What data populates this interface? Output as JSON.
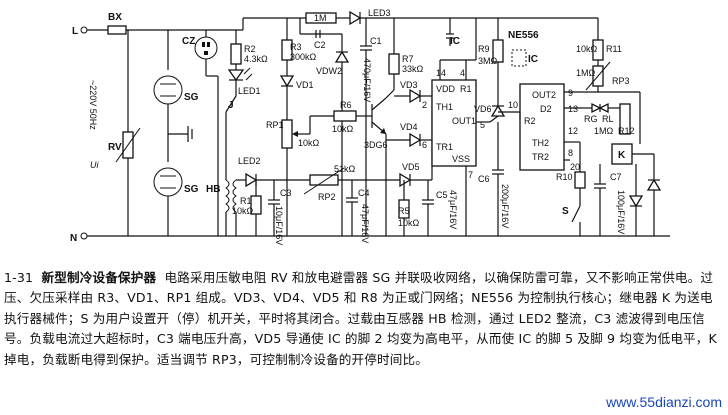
{
  "labels": {
    "L": "L",
    "N": "N",
    "BX": "BX",
    "supply": "~220V 50Hz",
    "Ui": "Ui",
    "RV": "RV",
    "SG1": "SG",
    "SG2": "SG",
    "CZ": "CZ",
    "R2": "R2",
    "R2v": "4.3kΩ",
    "LED1": "LED1",
    "J": "J",
    "R1m": "1M",
    "C2": "C2",
    "LED3": "LED3",
    "R3": "R3",
    "R3v": "300kΩ",
    "VD1": "VD1",
    "VDW2": "VDW2",
    "C1": "C1",
    "C1v": "470μF/16V",
    "R7": "R7",
    "R7v": "33kΩ",
    "R6": "R6",
    "R6v": "10kΩ",
    "RP1": "RP1",
    "RP1v": "10kΩ",
    "VD3": "VD3",
    "VD4": "VD4",
    "DG6": "3DG6",
    "VD5": "VD5",
    "LED2": "LED2",
    "HB": "HB",
    "R1": "R1",
    "R1v": "10kΩ",
    "C3": "C3",
    "C3v": "10μF/16V",
    "RP2": "RP2",
    "RP2v": "51kΩ",
    "C4": "C4",
    "C4v": "47μF/16V",
    "R5": "R5",
    "R5v": "10kΩ",
    "C5": "C5",
    "C5v": "47μF/16V",
    "IC1": "IC",
    "Vdd": "VDD",
    "R1pin": "R1",
    "TH1": "TH1",
    "OUT1": "OUT1",
    "TR1": "TR1",
    "Vss": "VSS",
    "p14": "14",
    "p4": "4",
    "p2": "2",
    "p6": "6",
    "p7": "7",
    "p5": "5",
    "p10": "10",
    "R9": "R9",
    "R9v": "3MΩ",
    "VD6": "VD6",
    "C6": "C6",
    "C6v": "200μF/16V",
    "NE556": "NE556",
    "IC2": "IC",
    "OUT2": "OUT2",
    "D2": "D2",
    "R2pin": "R2",
    "TH2": "TH2",
    "TR2": "TR2",
    "p9": "9",
    "p13": "13",
    "p8": "8",
    "p12": "12",
    "R11v": "10kΩ",
    "R11": "R11",
    "RP3v": "1MΩ",
    "RP3": "RP3",
    "RG": "RG",
    "RL": "RL",
    "R12v": "1MΩ",
    "R12": "R12",
    "K": "K",
    "R10": "R10",
    "R10v": "20",
    "S": "S",
    "C7": "C7",
    "C7v": "100μF/16V"
  },
  "description": {
    "figure_id": "1-31",
    "title": "新型制冷设备保护器",
    "body": "电路采用压敏电阻 RV 和放电避雷器 SG 并联吸收网络，以确保防雷可靠，又不影响正常供电。过压、欠压采样由 R3、VD1、RP1 组成。VD3、VD4、VD5 和 R8 为正或门网络；NE556 为控制执行核心；继电器 K 为送电执行器械件；S 为用户设置开（停）机开关，平时将其闭合。过载由互感器 HB 检测，通过 LED2 整流，C3 滤波得到电压信号。负载电流过大超标时，C3 端电压升高，VD5 导通使 IC 的脚 2 均变为高电平，从而使 IC 的脚 5 及脚 9 均变为低电平，K 掉电，负载断电得到保护。适当调节 RP3，可控制制冷设备的开停时间比。"
  },
  "watermark": "www.55dianzi.com"
}
